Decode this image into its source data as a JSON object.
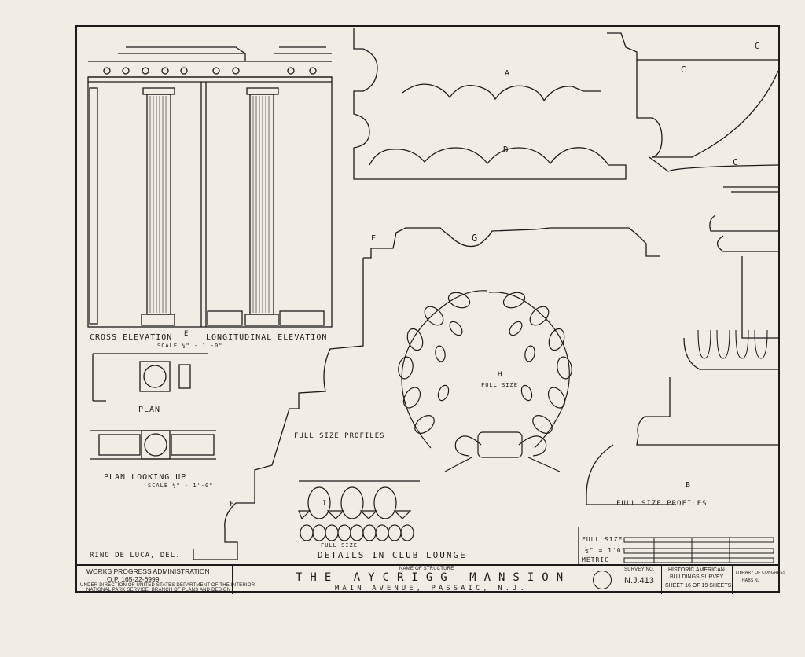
{
  "drawing": {
    "labels": {
      "A": "A",
      "B": "B",
      "C": "C",
      "D": "D",
      "E": "E",
      "F": "F",
      "G": "G",
      "H": "H",
      "I": "I"
    },
    "full_size_h": "FULL SIZE",
    "full_size_i": "FULL SIZE",
    "cross_elevation": "CROSS ELEVATION",
    "longitudinal_elevation": "LONGITUDINAL ELEVATION",
    "scale_elevation": "SCALE ½\" - 1'-0\"",
    "plan": "PLAN",
    "plan_looking_up": "PLAN LOOKING UP",
    "scale_plan": "SCALE ½\" - 1'-0\"",
    "full_size_profiles_left": "FULL SIZE PROFILES",
    "full_size_profiles_right": "FULL SIZE PROFILES",
    "details_title": "DETAILS IN CLUB LOUNGE",
    "delineator": "RINO DE LUCA, DEL."
  },
  "scale_bar": {
    "full_size": "FULL SIZE",
    "half_inch": "½\" = 1'0\"",
    "metric": "METRIC"
  },
  "title_block": {
    "agency": "WORKS PROGRESS ADMINISTRATION",
    "op_number": "O.P. 165-22-6999",
    "direction_1": "UNDER DIRECTION OF UNITED STATES DEPARTMENT OF THE INTERIOR",
    "direction_2": "NATIONAL PARK SERVICE, BRANCH OF PLANS AND DESIGN",
    "structure_label": "NAME OF STRUCTURE",
    "structure_name": "THE AYCRIGG MANSION",
    "location": "MAIN AVENUE, PASSAIC, N.J.",
    "survey_label": "SURVEY NO.",
    "survey_number": "N.J.413",
    "habs_1": "HISTORIC AMERICAN",
    "habs_2": "BUILDINGS SURVEY",
    "sheet": "SHEET 16 OF 19 SHEETS",
    "library_note_1": "LIBRARY OF CONGRESS",
    "library_note_2": "HABS NJ"
  }
}
